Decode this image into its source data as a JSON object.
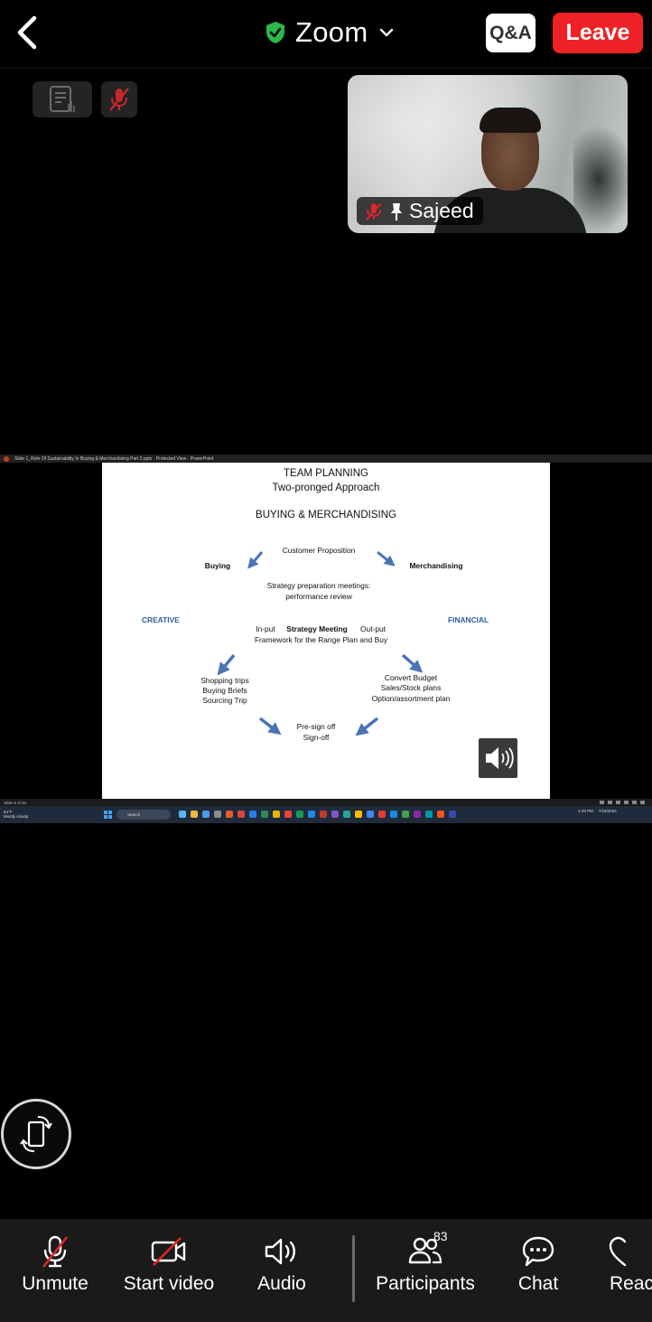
{
  "header": {
    "title": "Zoom",
    "qa_label": "Q&A",
    "leave_label": "Leave",
    "colors": {
      "leave": "#ee2226",
      "shield": "#2eb84b"
    }
  },
  "status_chips": [
    "closed-captions-icon",
    "muted-mic-icon"
  ],
  "video_tile": {
    "participant_name": "Sajeed",
    "icons": [
      "muted-mic-icon",
      "pin-icon"
    ]
  },
  "shared_screen": {
    "window_title": "Slide 1_Role Of Sustainability In Buying & Merchandising Part 2.pptx  ·  Protected View  ·  PowerPoint",
    "slide": {
      "title": "TEAM PLANNING",
      "subtitle": "Two-pronged Approach",
      "heading": "BUYING & MERCHANDISING",
      "customer_proposition": "Customer Proposition",
      "buying": "Buying",
      "merchandising": "Merchandising",
      "strategy_prep_1": "Strategy preparation meetings:",
      "strategy_prep_2": "performance review",
      "creative": "CREATIVE",
      "financial": "FINANCIAL",
      "input": "In-put",
      "strategy_meeting": "Strategy Meeting",
      "output": "Out-put",
      "framework": "Framework for the Range Plan and Buy",
      "left_1": "Shopping  trips",
      "left_2": "Buying  Briefs",
      "left_3": "Sourcing Trip",
      "right_1": "Convert Budget",
      "right_2": "Sales/Stock plans",
      "right_3": "Option/assortment  plan",
      "bottom_1": "Pre-sign off",
      "bottom_2": "Sign-off"
    },
    "status_text": "Slide 8 of 48",
    "taskbar": {
      "weather_1": "84°F",
      "weather_2": "Mostly cloudy",
      "search": "Search",
      "time": "4:33 PM",
      "date": "7/19/2024"
    }
  },
  "toolbar": {
    "unmute": "Unmute",
    "start_video": "Start video",
    "audio": "Audio",
    "participants": "Participants",
    "participants_count": "83",
    "chat": "Chat",
    "react": "React"
  }
}
